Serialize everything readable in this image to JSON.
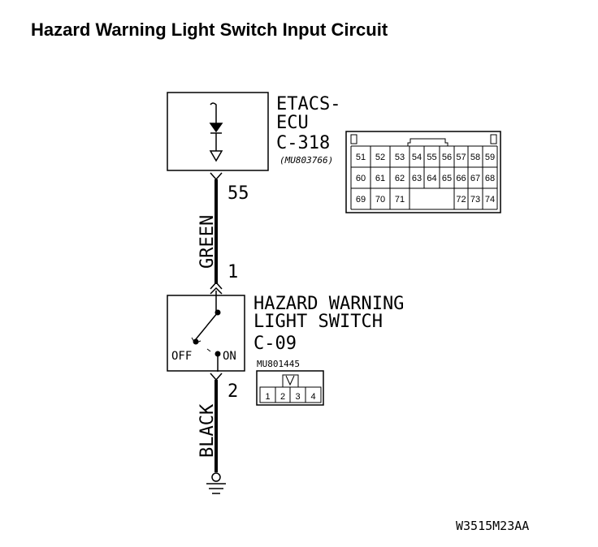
{
  "title": "Hazard Warning Light Switch Input Circuit",
  "ecu": {
    "name_line1": "ETACS-",
    "name_line2": "ECU",
    "connector": "C-318",
    "part_no": "(MU803766)",
    "terminal": "55",
    "pins_row1": [
      "51",
      "52",
      "53",
      "54",
      "55",
      "56",
      "57",
      "58",
      "59"
    ],
    "pins_row2": [
      "60",
      "61",
      "62",
      "63",
      "64",
      "65",
      "66",
      "67",
      "68"
    ],
    "pins_row3_left": [
      "69",
      "70",
      "71"
    ],
    "pins_row3_right": [
      "72",
      "73",
      "74"
    ]
  },
  "wires": {
    "upper_color": "GREEN",
    "lower_color": "BLACK"
  },
  "switch": {
    "name_line1": "HAZARD WARNING",
    "name_line2": "LIGHT SWITCH",
    "connector": "C-09",
    "part_no": "MU801445",
    "terminal_top": "1",
    "terminal_bottom": "2",
    "off_label": "OFF",
    "on_label": "ON",
    "pins": [
      "1",
      "2",
      "3",
      "4"
    ]
  },
  "figure_code": "W3515M23AA"
}
